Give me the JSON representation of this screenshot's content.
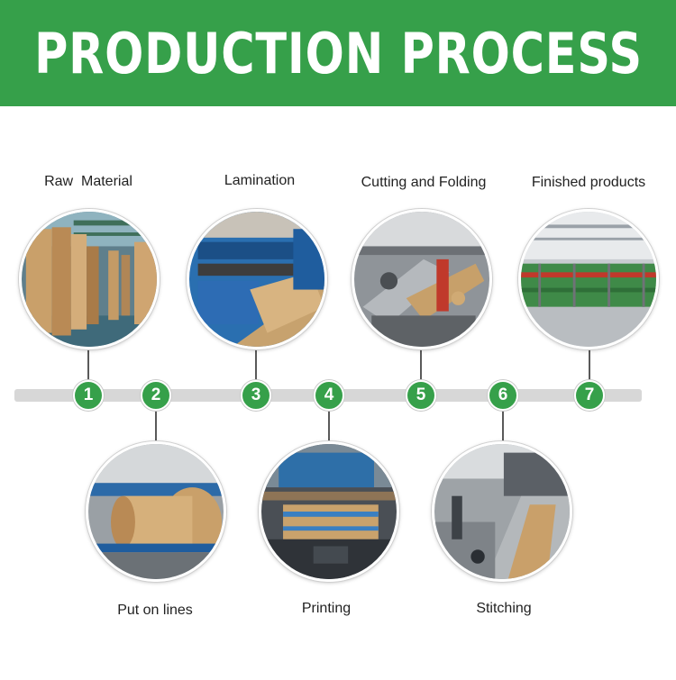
{
  "header": {
    "title": "PRODUCTION PROCESS",
    "background_color": "#36a04a"
  },
  "steps": [
    {
      "number": "1",
      "label": "Raw  Material",
      "image": "kraft-paper-rolls-warehouse-photo"
    },
    {
      "number": "2",
      "label": "Put on lines",
      "image": "paper-roll-on-machine-line-photo"
    },
    {
      "number": "3",
      "label": "Lamination",
      "image": "lamination-machine-photo"
    },
    {
      "number": "4",
      "label": "Printing",
      "image": "printing-machine-photo"
    },
    {
      "number": "5",
      "label": "Cutting and Folding",
      "image": "cutting-folding-machine-photo"
    },
    {
      "number": "6",
      "label": "Stitching",
      "image": "stitching-line-photo"
    },
    {
      "number": "7",
      "label": "Finished products",
      "image": "finished-bags-stacked-photo"
    }
  ],
  "colors": {
    "accent": "#36a04a",
    "timeline": "#d7d7d7"
  }
}
